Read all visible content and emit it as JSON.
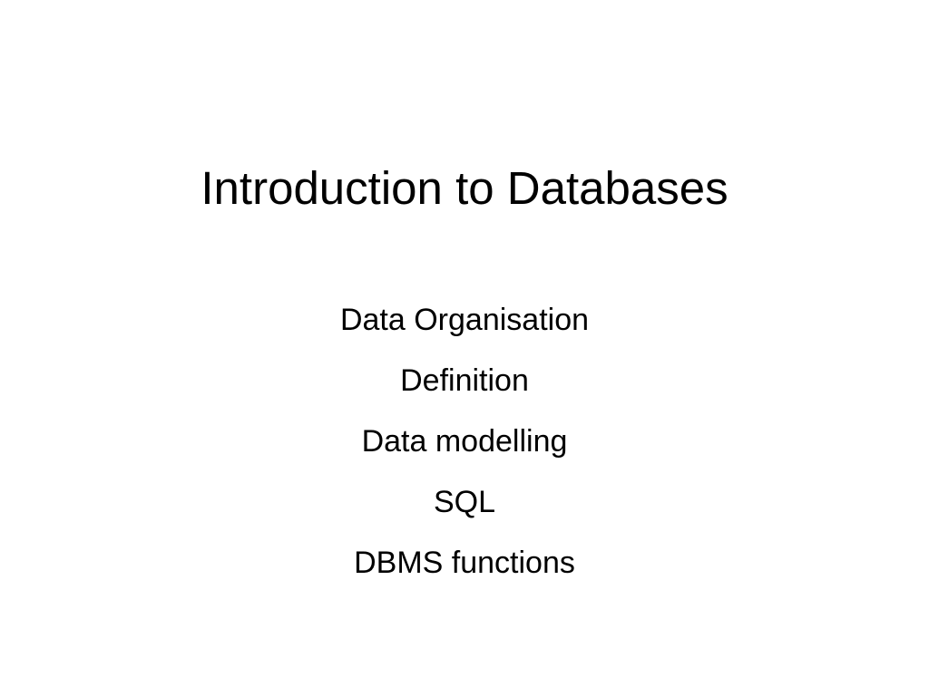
{
  "slide": {
    "title": "Introduction to Databases",
    "items": [
      "Data Organisation",
      "Definition",
      "Data modelling",
      "SQL",
      "DBMS functions"
    ]
  },
  "colors": {
    "background": "#ffffff",
    "text": "#000000"
  }
}
